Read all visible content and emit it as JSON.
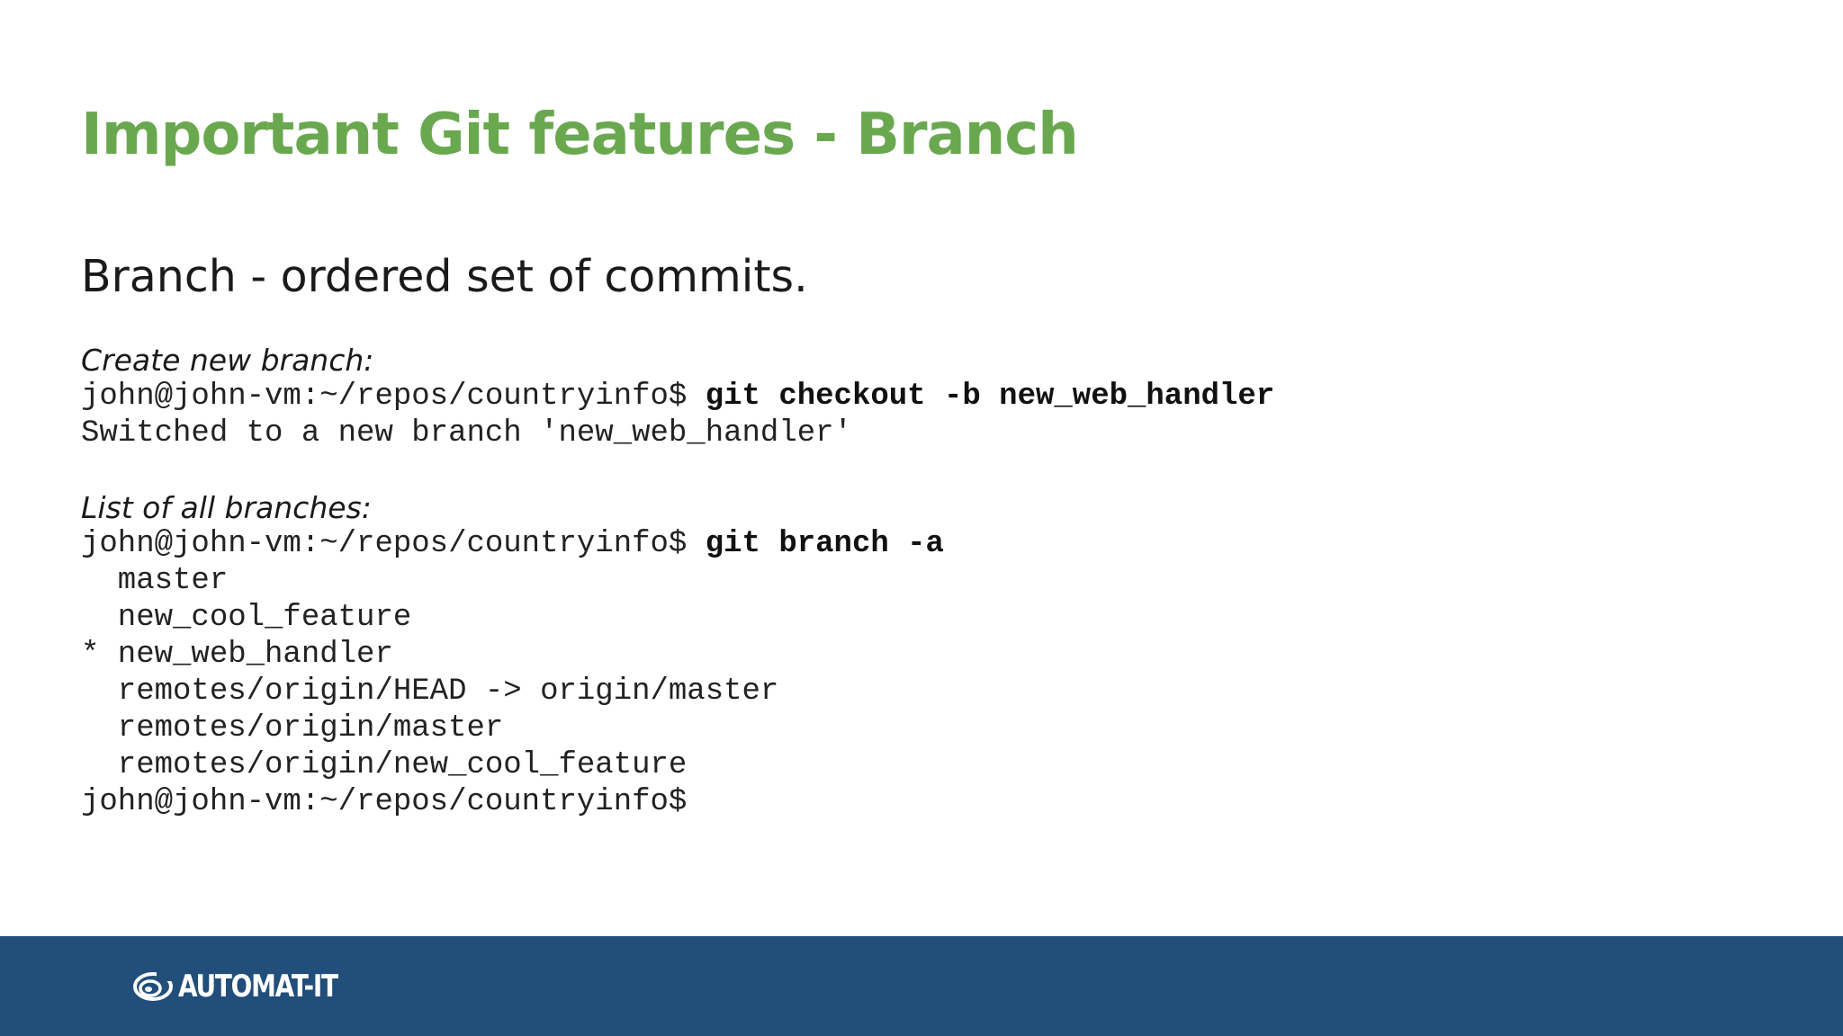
{
  "slide": {
    "title": "Important Git features - Branch",
    "subtitle": "Branch - ordered set of commits."
  },
  "create_section": {
    "label": "Create new branch:",
    "prompt": "john@john-vm:~/repos/countryinfo$ ",
    "command": "git checkout -b new_web_handler",
    "output": "Switched to a new branch 'new_web_handler'"
  },
  "list_section": {
    "label": "List of all branches:",
    "prompt": "john@john-vm:~/repos/countryinfo$ ",
    "command": "git branch -a",
    "output_lines": [
      "  master",
      "  new_cool_feature",
      "* new_web_handler",
      "  remotes/origin/HEAD -> origin/master",
      "  remotes/origin/master",
      "  remotes/origin/new_cool_feature"
    ],
    "final_prompt": "john@john-vm:~/repos/countryinfo$"
  },
  "footer": {
    "logo_text": "AUTOMAT-IT",
    "logo_icon": "swirl-logo-icon",
    "background_color": "#214e7a"
  },
  "colors": {
    "title": "#6aa84f",
    "text": "#1a1a1a"
  }
}
